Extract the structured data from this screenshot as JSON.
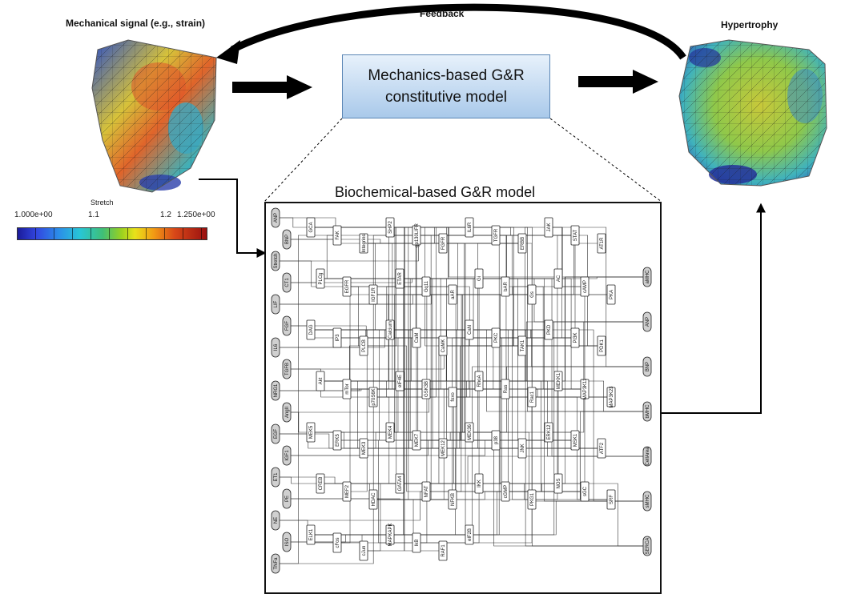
{
  "labels": {
    "mechanical_signal": "Mechanical signal (e.g., strain)",
    "feedback": "Feedback",
    "hypertrophy": "Hypertrophy"
  },
  "model_box": {
    "line1": "Mechanics-based G&R",
    "line2": "constitutive model"
  },
  "biochemical_title": "Biochemical-based G&R model",
  "legend": {
    "title": "Stretch",
    "ticks": [
      "1.000e+00",
      "1.1",
      "1.2",
      "1.250e+00"
    ],
    "colormap": [
      "#1b1b9a",
      "#3246e0",
      "#2b8fe8",
      "#28c6d6",
      "#3fbf77",
      "#9bd11f",
      "#e8e21a",
      "#f29a14",
      "#d84818",
      "#9a1010"
    ]
  },
  "network": {
    "inputs": [
      "ANP",
      "BNP",
      "Stretch",
      "CT1",
      "LIF",
      "FGF",
      "IL6",
      "TGFB",
      "NRG1",
      "AngII",
      "EGF",
      "IGF1",
      "ET1",
      "PE",
      "NE",
      "ISO",
      "TNFa"
    ],
    "outputs": [
      "aMHC",
      "ANP",
      "BNP",
      "bMHC",
      "CellArea",
      "sMHC",
      "SERCA"
    ],
    "intermediates": [
      "GCA",
      "FAK",
      "Integrins",
      "SHP2",
      "gp130LIFR",
      "FGFR",
      "IL6R",
      "TGFR",
      "ERBB",
      "JAK",
      "STAT",
      "AT1R",
      "PLCg",
      "EGFR",
      "IGF1R",
      "ETAR",
      "Gq11",
      "aAR",
      "Gi",
      "bAR",
      "Gs",
      "AC",
      "cAMP",
      "PKA",
      "DAG",
      "IP3",
      "PLCB",
      "Calcium",
      "CaM",
      "CaMK",
      "CaN",
      "PKC",
      "TAK1",
      "PKD",
      "PI3K",
      "PDK1",
      "Akt",
      "mTor",
      "p70S6K",
      "eIF4E",
      "GSK3B",
      "foxo",
      "RhoA",
      "Ras",
      "Rac1",
      "MEKK1",
      "MAP3K11",
      "MAP3K23",
      "MEK5",
      "ERK5",
      "MEK3",
      "MEK4",
      "MEK7",
      "MEK12",
      "MEK36",
      "p38",
      "JNK",
      "ERK12",
      "MSK1",
      "ATF2",
      "CREB",
      "MEF2",
      "HDAC",
      "GATA4",
      "NFAT",
      "NFKB",
      "IKK",
      "cGMP",
      "PKG1",
      "NOS",
      "sGC",
      "SRF",
      "ELK1",
      "cFos",
      "cJun",
      "MAPKAPK",
      "IkB",
      "RAF1",
      "eIF2B"
    ]
  },
  "icons": {
    "arrow": "right-arrow-icon",
    "feedback": "curved-feedback-arrow-icon"
  }
}
